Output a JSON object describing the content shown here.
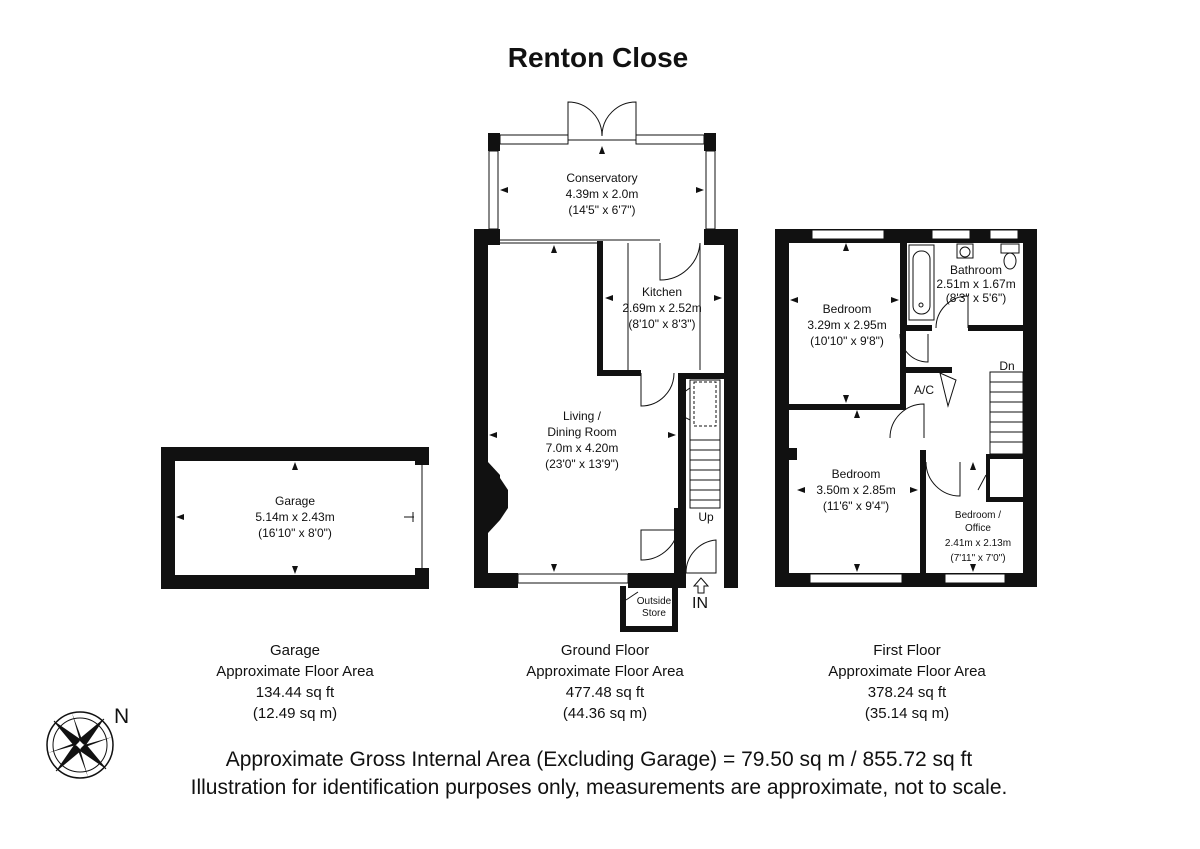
{
  "title": "Renton Close",
  "rooms": {
    "conservatory": {
      "name": "Conservatory",
      "metric": "4.39m x 2.0m",
      "imperial": "(14'5\" x 6'7\")"
    },
    "kitchen": {
      "name": "Kitchen",
      "metric": "2.69m x 2.52m",
      "imperial": "(8'10\" x 8'3\")"
    },
    "living": {
      "name1": "Living /",
      "name2": "Dining Room",
      "metric": "7.0m x 4.20m",
      "imperial": "(23'0\" x 13'9\")"
    },
    "garage": {
      "name": "Garage",
      "metric": "5.14m x 2.43m",
      "imperial": "(16'10\" x 8'0\")"
    },
    "bedroom1": {
      "name": "Bedroom",
      "metric": "3.29m x 2.95m",
      "imperial": "(10'10\" x 9'8\")"
    },
    "bathroom": {
      "name": "Bathroom",
      "metric": "2.51m x 1.67m",
      "imperial": "(8'3\" x 5'6\")"
    },
    "bedroom2": {
      "name": "Bedroom",
      "metric": "3.50m x 2.85m",
      "imperial": "(11'6\" x 9'4\")"
    },
    "office": {
      "name1": "Bedroom /",
      "name2": "Office",
      "metric": "2.41m x 2.13m",
      "imperial": "(7'11\" x 7'0\")"
    }
  },
  "markers": {
    "up": "Up",
    "dn": "Dn",
    "ac": "A/C",
    "in": "IN",
    "outside_store_1": "Outside",
    "outside_store_2": "Store",
    "north": "N"
  },
  "areas": {
    "garage": {
      "name": "Garage",
      "label": "Approximate Floor Area",
      "sqft": "134.44 sq ft",
      "sqm": "(12.49 sq m)"
    },
    "ground": {
      "name": "Ground Floor",
      "label": "Approximate Floor Area",
      "sqft": "477.48 sq ft",
      "sqm": "(44.36 sq m)"
    },
    "first": {
      "name": "First Floor",
      "label": "Approximate Floor Area",
      "sqft": "378.24 sq ft",
      "sqm": "(35.14 sq m)"
    }
  },
  "footer": {
    "line1": "Approximate Gross Internal Area (Excluding Garage) = 79.50 sq m / 855.72 sq ft",
    "line2": "Illustration for identification purposes only, measurements are approximate, not to scale."
  },
  "icons": {
    "compass": "compass-rose-icon"
  }
}
